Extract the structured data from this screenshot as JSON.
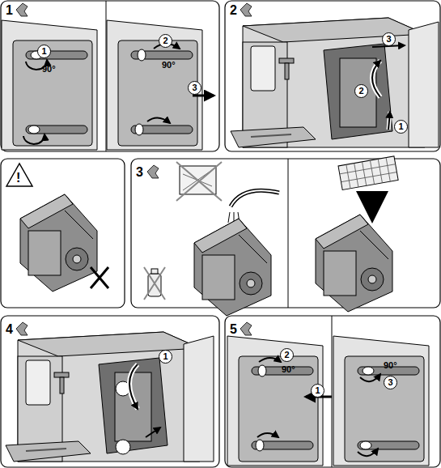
{
  "diagram": {
    "labels": [
      "1",
      "1",
      "90°",
      "2",
      "90°",
      "3",
      "2",
      "3",
      "2",
      "1",
      "!",
      "3",
      "4",
      "1",
      "5",
      "2",
      "90°",
      "1",
      "90°",
      "3"
    ]
  }
}
